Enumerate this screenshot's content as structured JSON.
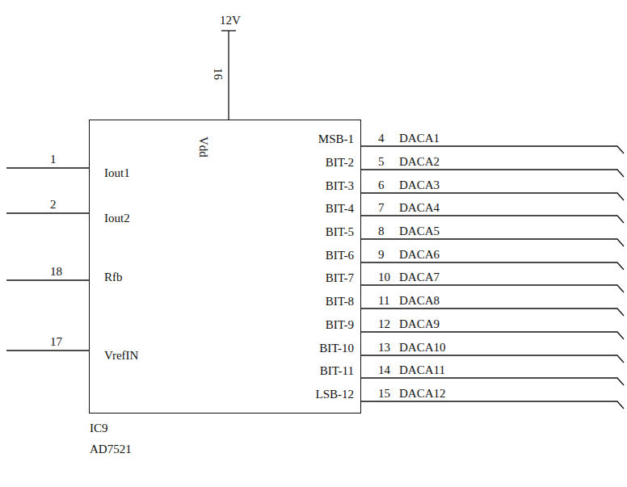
{
  "diagram": {
    "nodes": [
      {
        "text": [
          "Iout1",
          "Iout2",
          "Rfb",
          "VrefIN",
          "Vdd",
          "MSB-1",
          "BIT-2",
          "BIT-3",
          "BIT-4",
          "BIT-5",
          "BIT-6",
          "BIT-7",
          "BIT-8",
          "BIT-9",
          "BIT-10",
          "BIT-11",
          "LSB-12",
          "IC9",
          "AD7521"
        ]
      }
    ],
    "labels": [
      "12V",
      "16",
      "1",
      "2",
      "18",
      "17",
      "4",
      "DACA1",
      "5",
      "DACA2",
      "6",
      "DACA3",
      "7",
      "DACA4",
      "8",
      "DACA5",
      "9",
      "DACA6",
      "10",
      "DACA7",
      "11",
      "DACA8",
      "12",
      "DACA9",
      "13",
      "DACA10",
      "14",
      "DACA11",
      "15",
      "DACA12"
    ]
  }
}
